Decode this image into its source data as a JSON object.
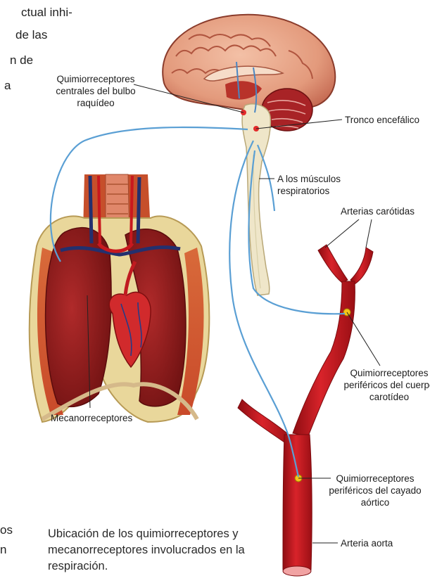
{
  "body_text_fragments": {
    "line1": "ctual inhi-",
    "line2": "de las",
    "line3": "n de",
    "line4": "a",
    "line5": "os",
    "line6": "n"
  },
  "labels": {
    "central_chemoreceptors": [
      "Quimiorreceptores",
      "centrales del bulbo",
      "raquídeo"
    ],
    "brainstem": "Tronco encefálico",
    "respiratory_muscles": [
      "A los músculos",
      "respiratorios"
    ],
    "carotid_arteries": "Arterias carótidas",
    "carotid_body_chemoreceptors": [
      "Quimiorreceptores",
      "periféricos del cuerpo",
      "carotídeo"
    ],
    "mechanoreceptors": "Mecanorreceptores",
    "aortic_arch_chemoreceptors": [
      "Quimiorreceptores",
      "periféricos del cayado",
      "aórtico"
    ],
    "aorta": "Arteria aorta"
  },
  "caption": "Ubicación de los quimiorreceptores y mecanorreceptores involucrados en la respiración.",
  "colors": {
    "nerve": "#5a9fd4",
    "artery": "#c0141b",
    "brain": "#e9a58a",
    "lung": "#8e1a1a",
    "spinal_cord": "#efe6c9",
    "receptor_dot": "#f5c518"
  }
}
